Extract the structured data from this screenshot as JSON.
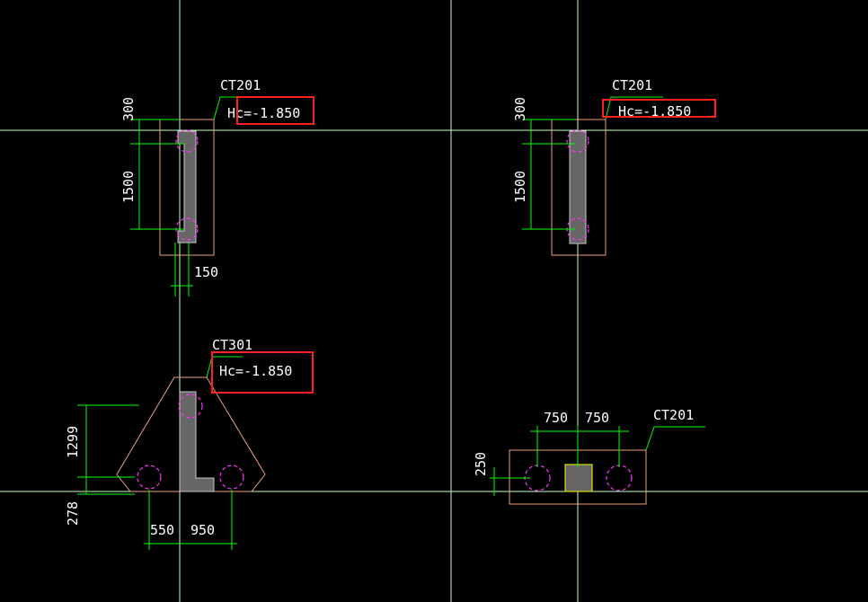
{
  "colors": {
    "background": "#000000",
    "axis": "#c8ffc8",
    "dimension": "#00ff00",
    "pile_cap": "#f0a080",
    "pile": "#ff33ff",
    "column": "#c8c8c8",
    "column_hatch": "#ffff00",
    "text": "#ffffff",
    "highlight_box": "#ff2020"
  },
  "panels": {
    "top_left": {
      "cap_label": "CT201",
      "elevation": "Hc=-1.850",
      "dims": {
        "top": "300",
        "middle": "1500",
        "width": "150"
      }
    },
    "top_right": {
      "cap_label": "CT201",
      "elevation": "Hc=-1.850",
      "dims": {
        "top": "300",
        "middle": "1500"
      }
    },
    "bottom_left": {
      "cap_label": "CT301",
      "elevation": "Hc=-1.850",
      "dims": {
        "height": "1299",
        "offset": "278",
        "left": "550",
        "right": "950"
      }
    },
    "bottom_right": {
      "cap_label": "CT201",
      "dims": {
        "left": "750",
        "right": "750",
        "height": "250"
      }
    }
  }
}
